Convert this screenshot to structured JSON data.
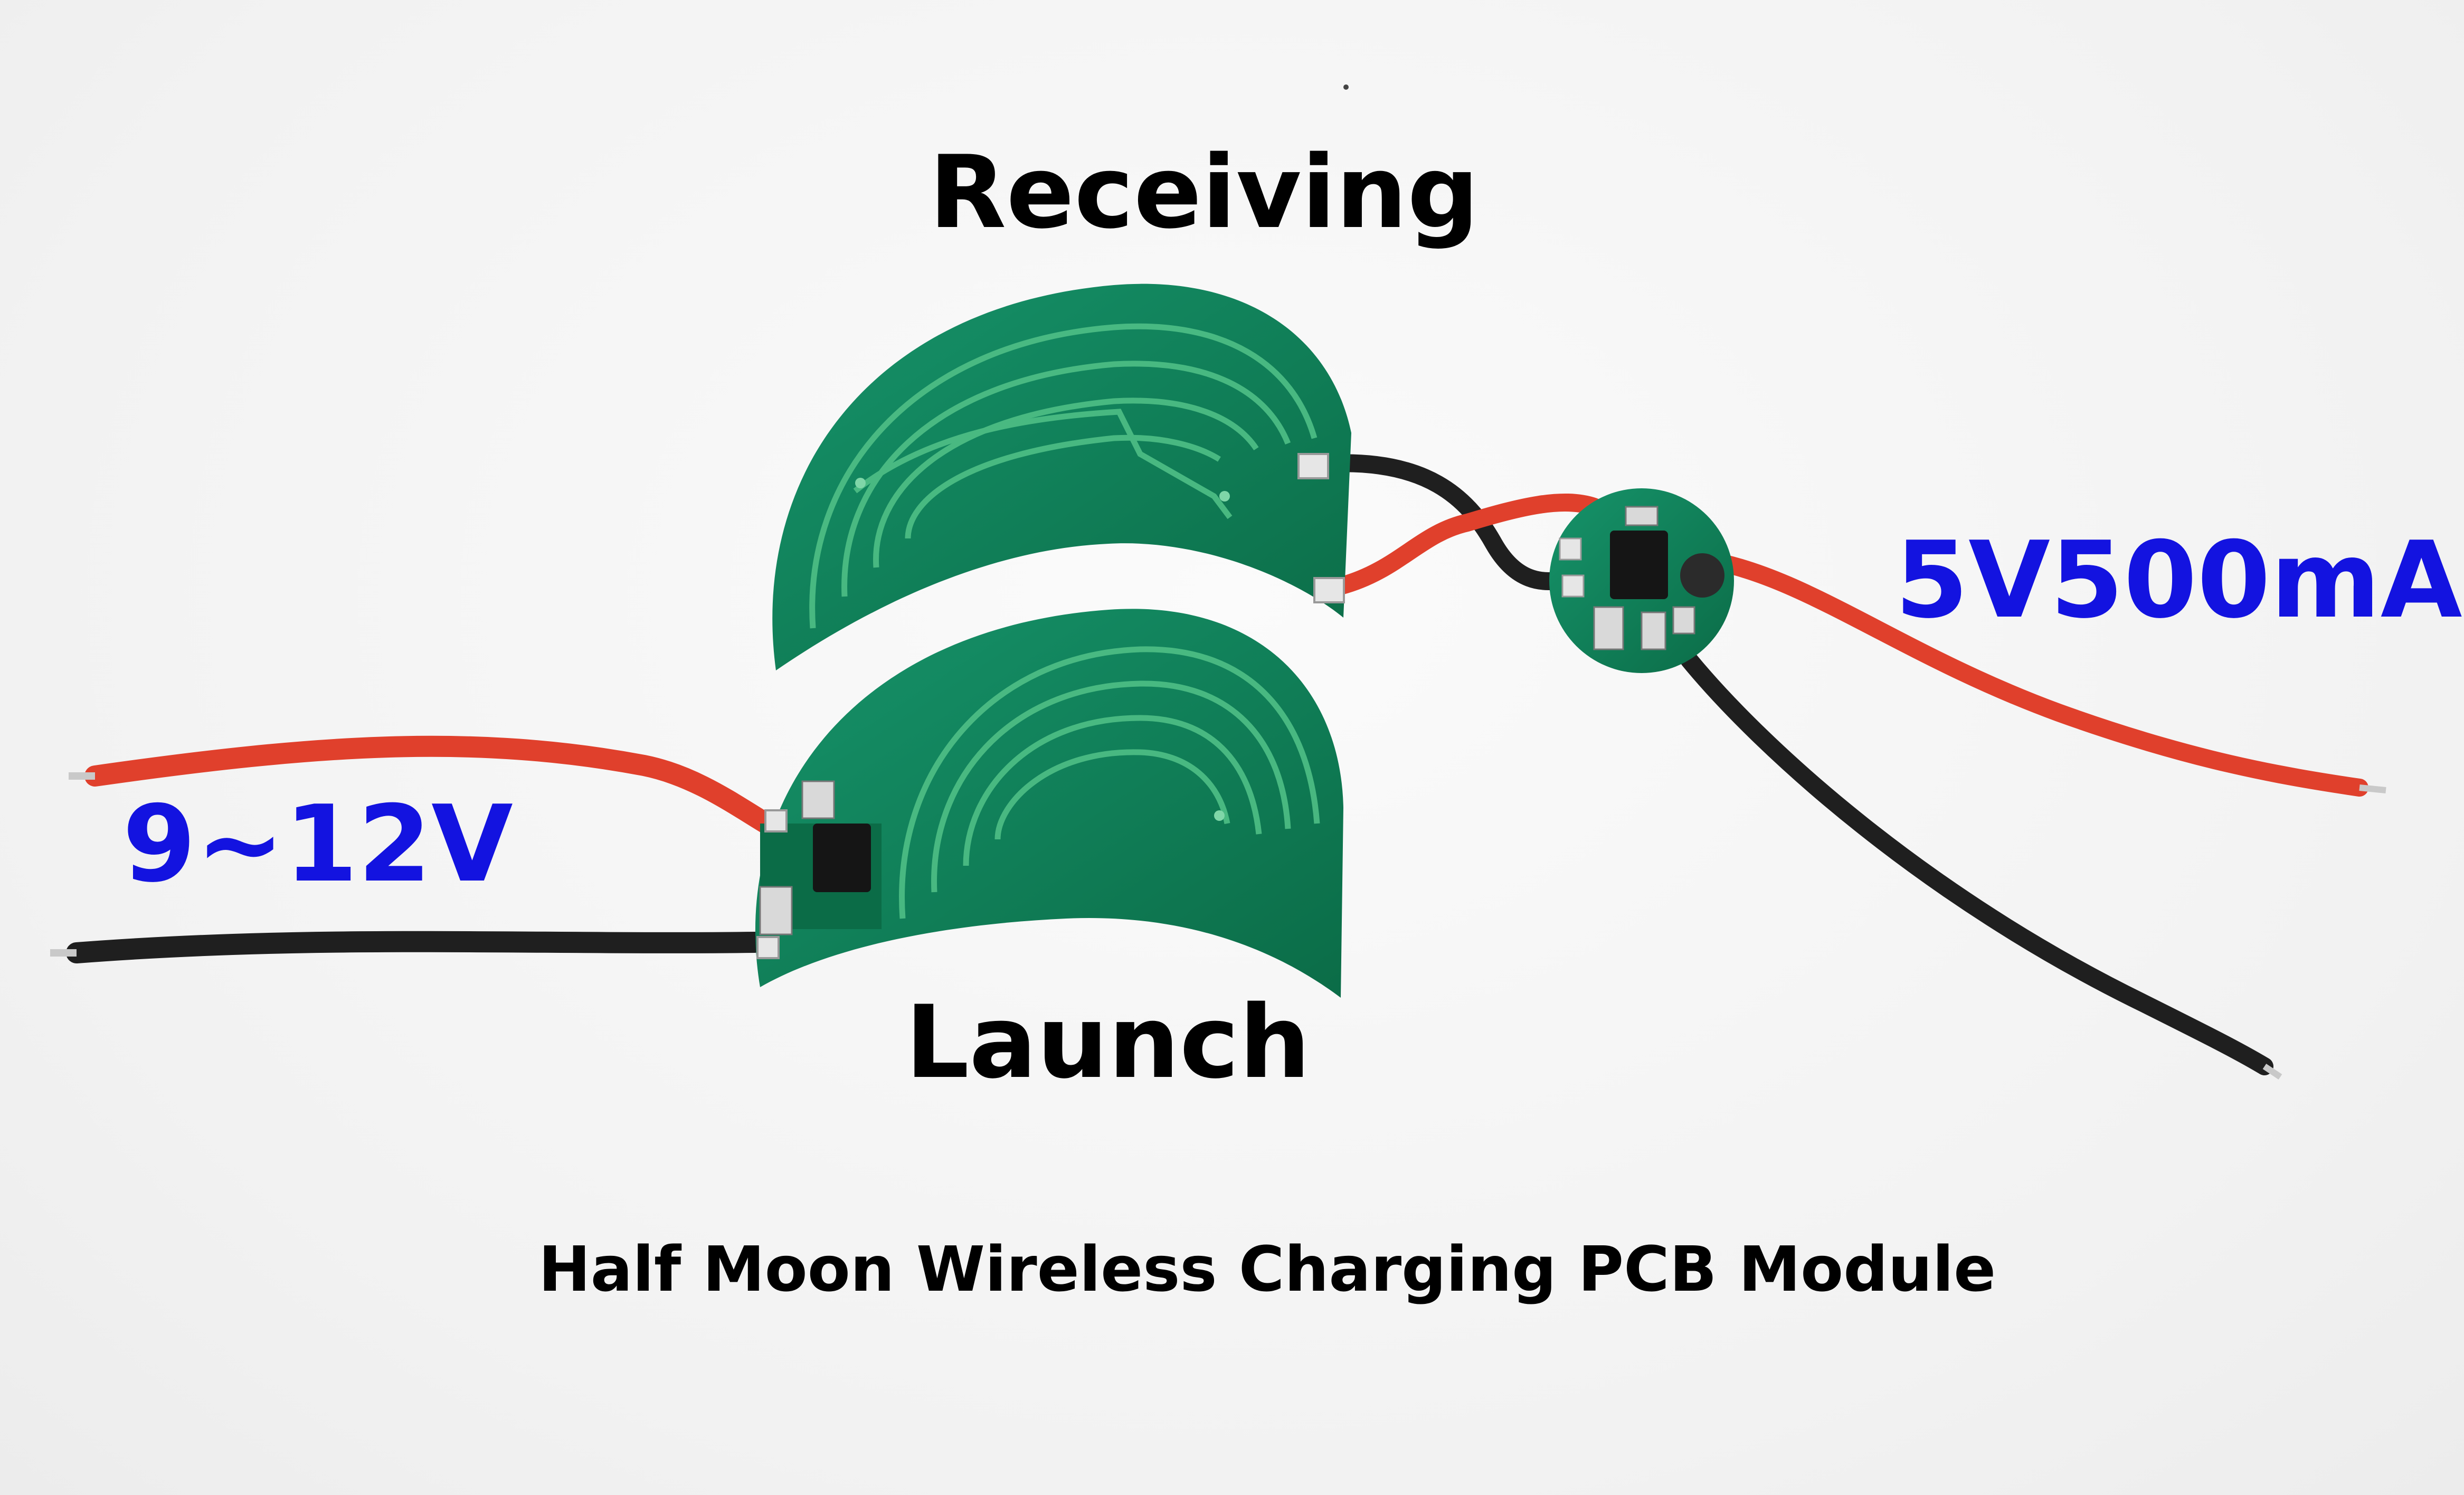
{
  "labels": {
    "receiving": "Receiving",
    "launch": "Launch",
    "input_voltage": "9~12V",
    "output": "5V500mA",
    "caption": "Half Moon Wireless Charging PCB Module"
  },
  "colors": {
    "pcb": "#0e7f55",
    "trace": "#4fbf86",
    "red_wire": "#e0402c",
    "black_wire": "#1f1f1f",
    "spec_text": "#1313e0"
  }
}
